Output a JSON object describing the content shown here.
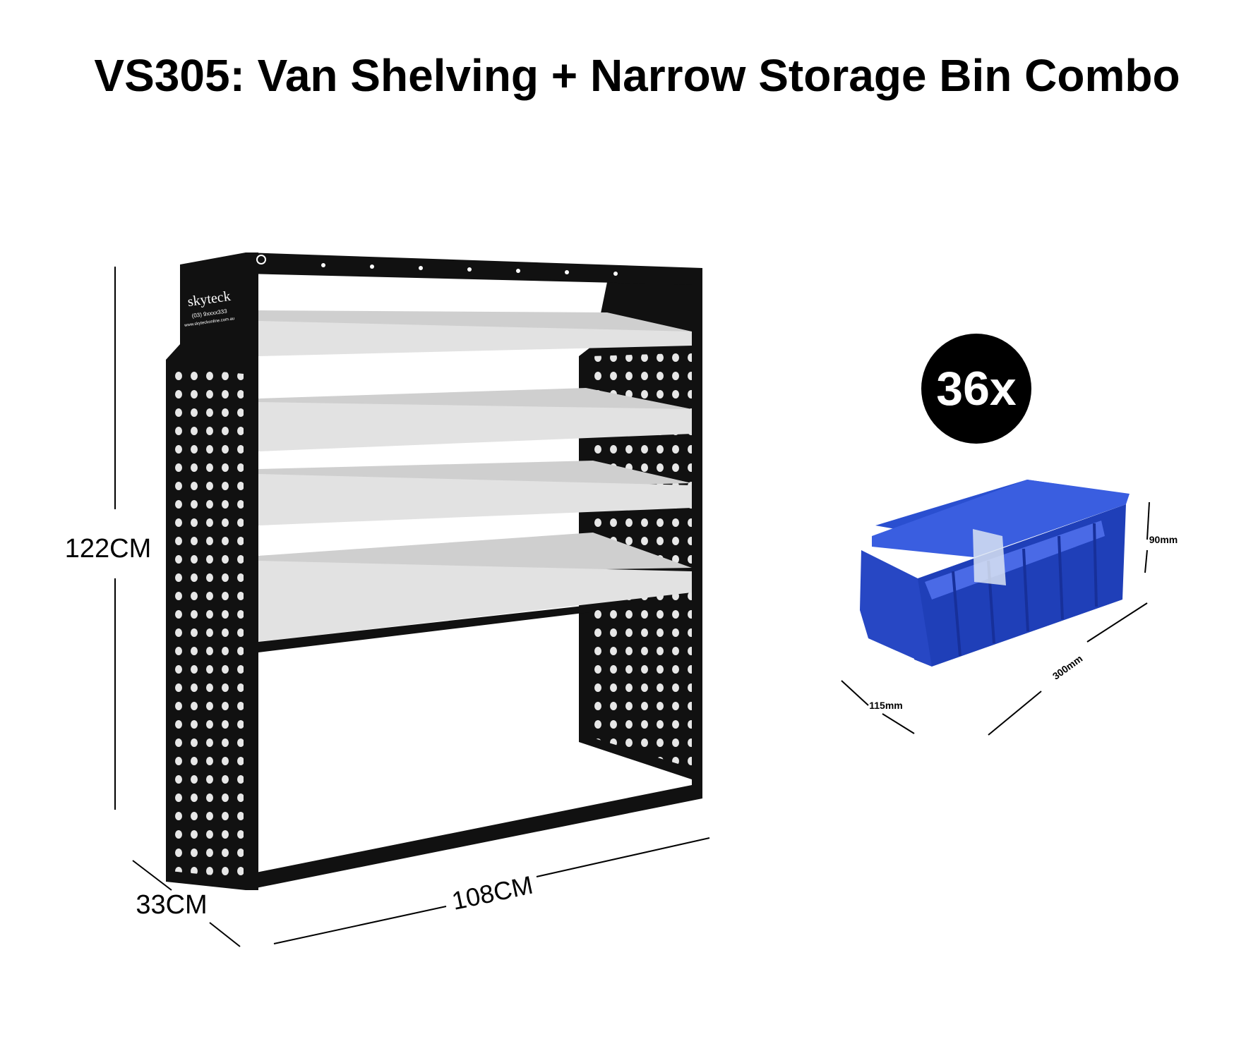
{
  "title": "VS305: Van Shelving + Narrow Storage Bin Combo",
  "shelving": {
    "brand": "skyteck",
    "phone": "(03) 9xxxx333",
    "website": "www.skyteckonline.com.au",
    "dimensions": {
      "height": "122CM",
      "depth": "33CM",
      "width": "108CM"
    },
    "frame_color": "#111111",
    "shelf_color": "#e2e2e2"
  },
  "bin": {
    "quantity": "36x",
    "dimensions": {
      "height": "90mm",
      "width": "115mm",
      "length": "300mm"
    },
    "color": "#1f3fb8"
  }
}
